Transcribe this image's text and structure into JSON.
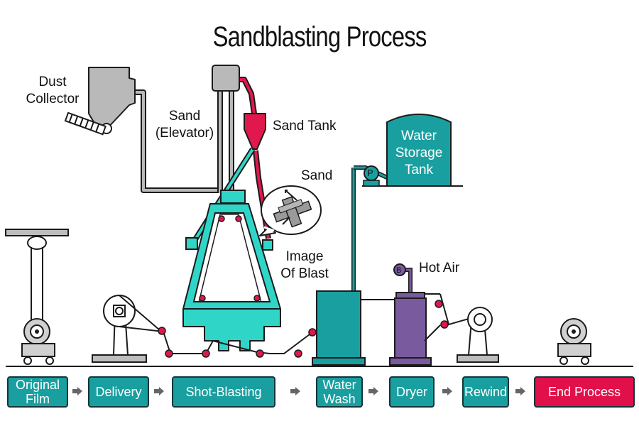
{
  "title": "Sandblasting Process",
  "labels": {
    "dust_collector": [
      "Dust",
      "Collector"
    ],
    "sand_elevator": [
      "Sand",
      "(Elevator)"
    ],
    "sand_tank": "Sand Tank",
    "sand": "Sand",
    "image_of_blast": [
      "Image",
      "Of Blast"
    ],
    "hot_air": "Hot Air",
    "water_storage_tank": [
      "Water",
      "Storage",
      "Tank"
    ],
    "pump_letter": "P",
    "blower_letter": "B"
  },
  "steps": [
    {
      "label": "Original Film",
      "style": "teal"
    },
    {
      "label": "Delivery",
      "style": "teal"
    },
    {
      "label": "Shot-Blasting",
      "style": "teal"
    },
    {
      "label": "Water Wash",
      "style": "teal"
    },
    {
      "label": "Dryer",
      "style": "teal"
    },
    {
      "label": "Rewind",
      "style": "teal"
    },
    {
      "label": "End Process",
      "style": "red"
    }
  ],
  "colors": {
    "teal": "#1a9fa0",
    "teal_light": "#2fd6c8",
    "teal_dark": "#15868a",
    "red": "#e1104a",
    "roller_red": "#e0184e",
    "purple": "#7a5a9e",
    "gray": "#b9b9b9",
    "outline": "#1b1b1b"
  }
}
